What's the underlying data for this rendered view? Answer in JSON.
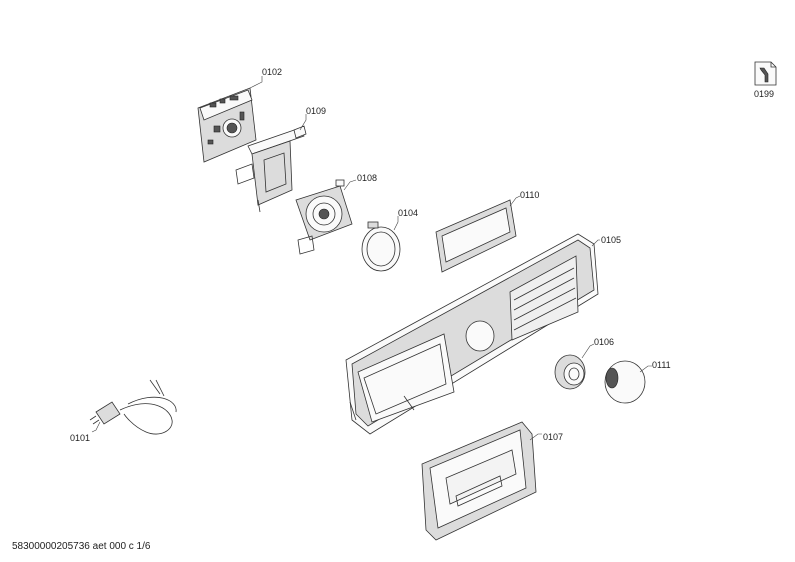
{
  "parts": [
    {
      "id": "0102"
    },
    {
      "id": "0109"
    },
    {
      "id": "0108"
    },
    {
      "id": "0104"
    },
    {
      "id": "0110"
    },
    {
      "id": "0105"
    },
    {
      "id": "0106"
    },
    {
      "id": "0111"
    },
    {
      "id": "0107"
    },
    {
      "id": "0101"
    },
    {
      "id": "0199"
    }
  ],
  "footer": "58300000205736 aet 000 c 1/6"
}
